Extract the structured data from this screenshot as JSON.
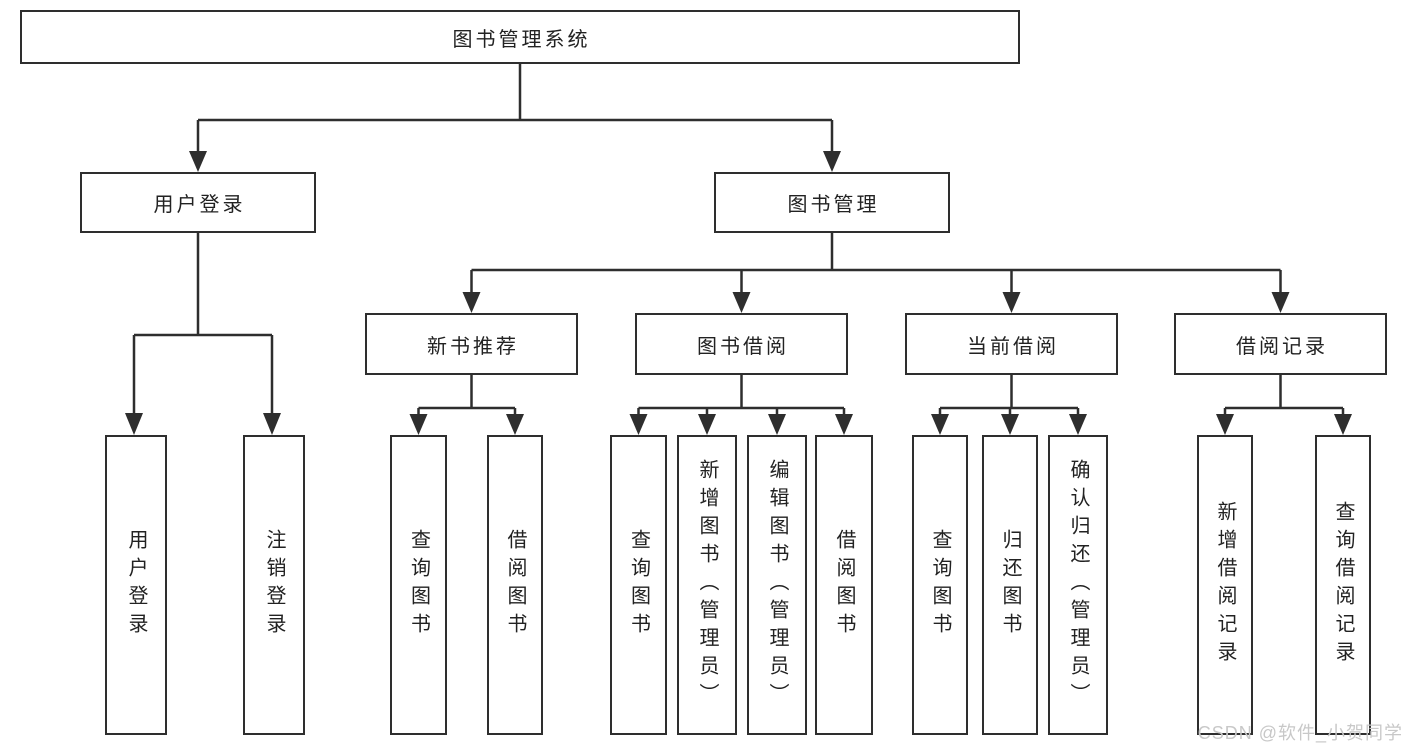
{
  "appearance": {
    "background": "#ffffff",
    "line_color": "#2e2e2e",
    "box_border_color": "#2e2e2e",
    "text_color": "#222222",
    "watermark_color": "#c8c8c8"
  },
  "tree": {
    "root": {
      "label": "图书管理系统",
      "children": [
        {
          "label": "用户登录",
          "children": [
            {
              "label": "用户登录"
            },
            {
              "label": "注销登录"
            }
          ]
        },
        {
          "label": "图书管理",
          "children": [
            {
              "label": "新书推荐",
              "children": [
                {
                  "label": "查询图书"
                },
                {
                  "label": "借阅图书"
                }
              ]
            },
            {
              "label": "图书借阅",
              "children": [
                {
                  "label": "查询图书"
                },
                {
                  "label": "新增图书（管理员）"
                },
                {
                  "label": "编辑图书（管理员）"
                },
                {
                  "label": "借阅图书"
                }
              ]
            },
            {
              "label": "当前借阅",
              "children": [
                {
                  "label": "查询图书"
                },
                {
                  "label": "归还图书"
                },
                {
                  "label": "确认归还（管理员）"
                }
              ]
            },
            {
              "label": "借阅记录",
              "children": [
                {
                  "label": "新增借阅记录"
                },
                {
                  "label": "查询借阅记录"
                }
              ]
            }
          ]
        }
      ]
    }
  },
  "watermark": {
    "text": "CSDN @软件_小贺同学"
  }
}
